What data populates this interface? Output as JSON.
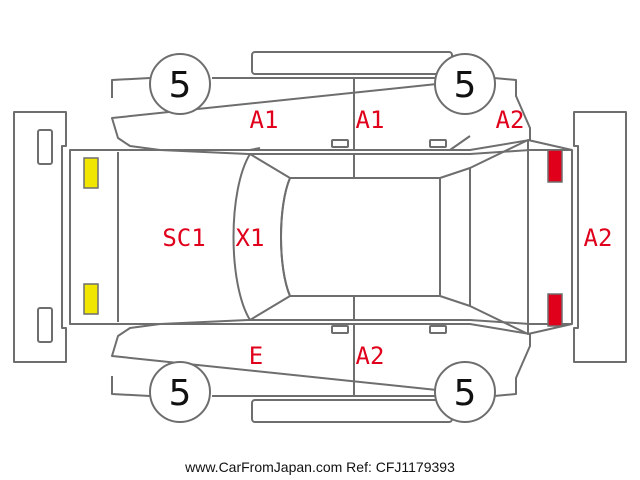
{
  "tires": {
    "front_left": "5",
    "rear_left": "5",
    "front_right": "5",
    "rear_right": "5"
  },
  "damage_codes": {
    "front_left_door": "A1",
    "rear_left_door": "A1",
    "rear_left_quarter": "A2",
    "hood": "SC1",
    "windshield": "X1",
    "front_right_fender": "E",
    "rear_right_door": "A2",
    "rear_bumper": "A2"
  },
  "colors": {
    "outline": "#6e6e6e",
    "code": "#e0001b",
    "headlight": "#f0e600",
    "taillight": "#e0001b"
  },
  "footer": "www.CarFromJapan.com Ref: CFJ1179393"
}
